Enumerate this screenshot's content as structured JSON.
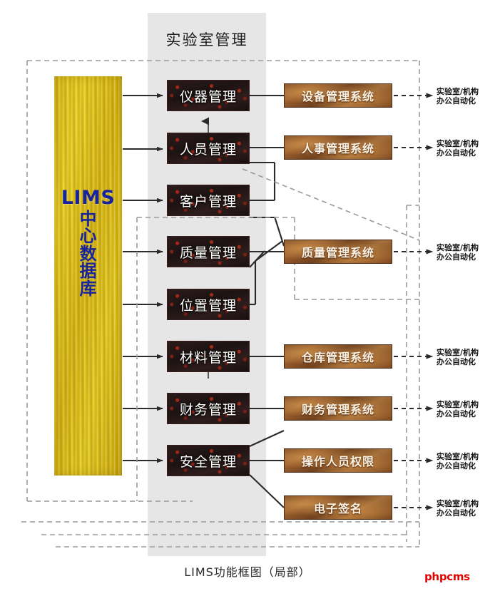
{
  "diagram": {
    "caption": "LIMS功能框图（局部）",
    "watermark": "phpcms",
    "panel_title": "实验室管理",
    "colors": {
      "panel_bg": "#e6e6e6",
      "lims_gold": "#e0c11c",
      "lims_text": "#17249c",
      "mid_box": "#231616",
      "right_box": "#7a4a24",
      "line": "#2b2b2b",
      "dashed": "#9a9a9a",
      "watermark": "#e60000"
    }
  },
  "core": {
    "title": "LIMS",
    "subtitle_chars": [
      "中",
      "心",
      "数",
      "据",
      "库"
    ]
  },
  "modules": [
    {
      "label": "仪器管理"
    },
    {
      "label": "人员管理"
    },
    {
      "label": "客户管理"
    },
    {
      "label": "质量管理"
    },
    {
      "label": "位置管理"
    },
    {
      "label": "材料管理"
    },
    {
      "label": "财务管理"
    },
    {
      "label": "安全管理"
    }
  ],
  "systems": [
    {
      "label": "设备管理系统"
    },
    {
      "label": "人事管理系统"
    },
    {
      "label": "质量管理系统"
    },
    {
      "label": "仓库管理系统"
    },
    {
      "label": "财务管理系统"
    },
    {
      "label": "操作人员权限"
    },
    {
      "label": "电子签名"
    }
  ],
  "destinations": [
    {
      "line1": "实验室/机构",
      "line2": "办公自动化"
    },
    {
      "line1": "实验室/机构",
      "line2": "办公自动化"
    },
    {
      "line1": "实验室/机构",
      "line2": "办公自动化"
    },
    {
      "line1": "实验室/机构",
      "line2": "办公自动化"
    },
    {
      "line1": "实验室/机构",
      "line2": "办公自动化"
    },
    {
      "line1": "实验室/机构",
      "line2": "办公自动化"
    },
    {
      "line1": "实验室/机构",
      "line2": "办公自动化"
    }
  ]
}
